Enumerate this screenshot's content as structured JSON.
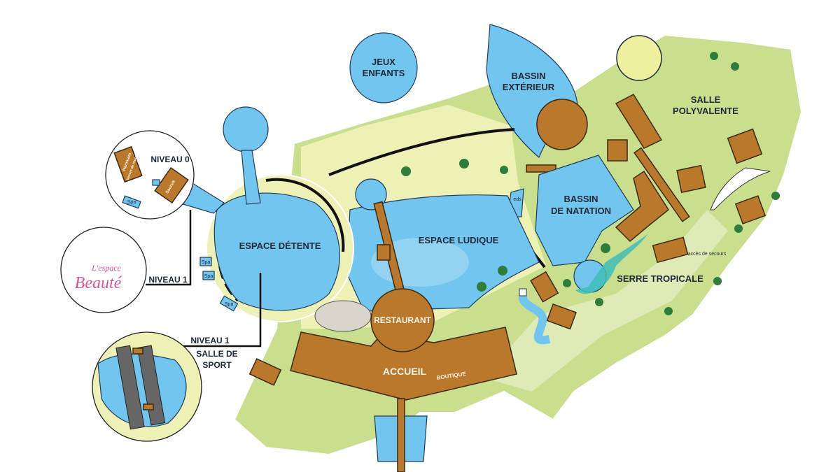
{
  "colors": {
    "land": "#c9df8e",
    "sand": "#eef1b5",
    "water": "#72c5ee",
    "wood": "#b9782c",
    "outline": "#1f2a38",
    "beaute_pink": "#d6559c",
    "lagoon": "#3fbdb8"
  },
  "zones": {
    "jeux_enfants_1": "JEUX",
    "jeux_enfants_2": "ENFANTS",
    "bassin_exterieur_1": "BASSIN",
    "bassin_exterieur_2": "EXTÉRIEUR",
    "salle_polyvalente_1": "SALLE",
    "salle_polyvalente_2": "POLYVALENTE",
    "bassin_natation_1": "BASSIN",
    "bassin_natation_2": "DE NATATION",
    "espace_detente": "ESPACE DÉTENTE",
    "espace_ludique": "ESPACE LUDIQUE",
    "serre_tropicale": "SERRE TROPICALE",
    "restaurant": "RESTAURANT",
    "accueil": "ACCUEIL",
    "boutique": "BOUTIQUE",
    "pieds": "eds",
    "acces_secours": "accès de secours"
  },
  "insets": {
    "niveau0": {
      "title": "NIVEAU 0",
      "hammam": "Hammam",
      "bassin_repos": "bassin de repos",
      "saunas": "Saunas",
      "spa": "Spa"
    },
    "beaute": {
      "logo_line1": "L'espace",
      "logo_line2": "Beauté",
      "level": "NIVEAU 1"
    },
    "sport": {
      "level": "NIVEAU 1",
      "title_1": "SALLE DE",
      "title_2": "SPORT"
    }
  },
  "spa_labels": [
    "Spa",
    "Spa",
    "Spa"
  ]
}
